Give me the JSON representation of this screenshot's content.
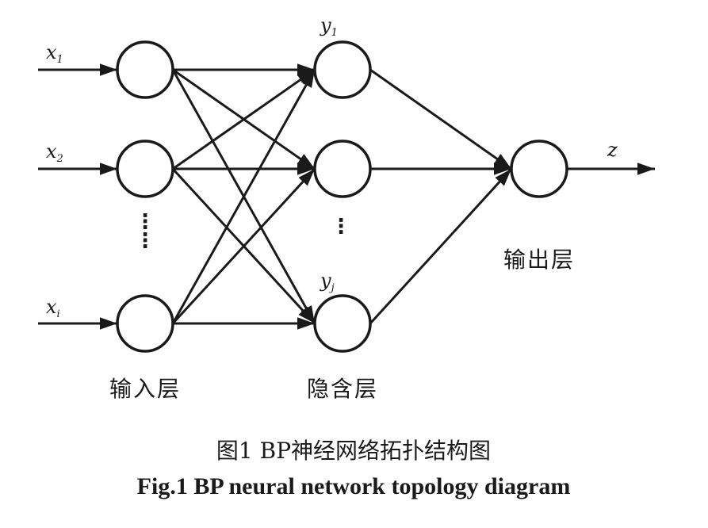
{
  "inputs": [
    {
      "base": "x",
      "sub": "1"
    },
    {
      "base": "x",
      "sub": "2"
    },
    {
      "base": "x",
      "sub": "i"
    }
  ],
  "hidden_labels": [
    {
      "base": "y",
      "sub": "1"
    },
    {
      "base": "y",
      "sub": "j"
    }
  ],
  "output_label": "z",
  "ellipsis": "⋮",
  "layers": {
    "input": "输入层",
    "hidden": "隐含层",
    "output": "输出层"
  },
  "caption": {
    "chinese": "图1  BP神经网络拓扑结构图",
    "english": "Fig.1  BP neural network topology diagram"
  },
  "colors": {
    "stroke": "#1a1a1a",
    "background": "#ffffff"
  }
}
